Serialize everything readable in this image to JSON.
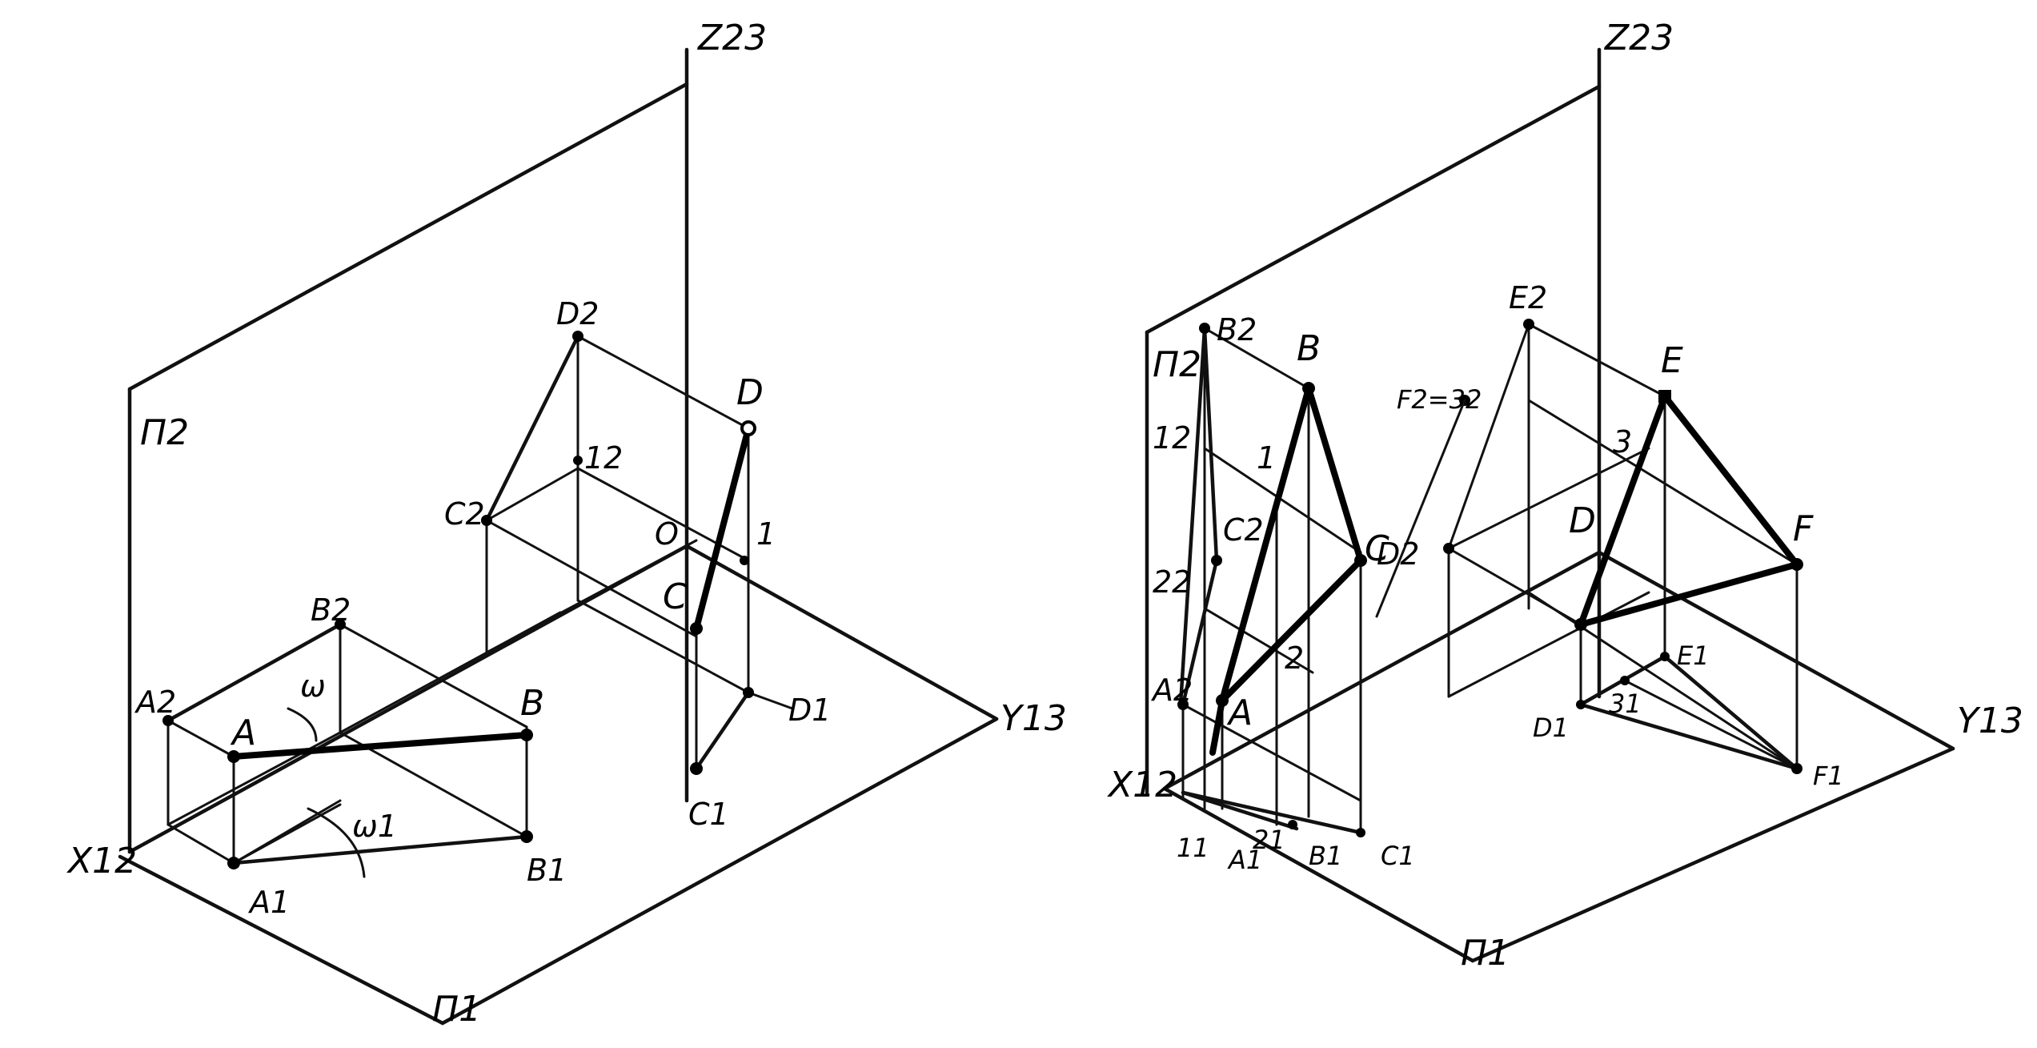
{
  "left_drawing": {
    "axis_z": "Z23",
    "axis_y": "Y13",
    "axis_x": "X12",
    "plane_v": "Π2",
    "plane_h": "Π1",
    "origin": "O",
    "points": {
      "A2": "A2",
      "B2": "B2",
      "A": "A",
      "B": "B",
      "A1": "A1",
      "B1": "B1",
      "C2": "C2",
      "D2": "D2",
      "C": "C",
      "D": "D",
      "C1": "C1",
      "D1": "D1",
      "p12": "12",
      "p1": "1"
    },
    "angles": {
      "w": "ω",
      "w1": "ω1"
    }
  },
  "right_drawing": {
    "axis_z": "Z23",
    "axis_y": "Y13",
    "axis_x": "X12",
    "plane_v": "Π2",
    "plane_h": "Π1",
    "points": {
      "A2": "A2",
      "B2": "B2",
      "C2": "C2",
      "A": "A",
      "B": "B",
      "C": "C",
      "p12": "12",
      "p22": "22",
      "p1": "1",
      "p2": "2",
      "A1": "A1",
      "B1": "B1",
      "C1": "C1",
      "t1": "11",
      "t2": "21",
      "E2": "E2",
      "F2": "F2=32",
      "D2": "D2",
      "E": "E",
      "F": "F",
      "D": "D",
      "p3": "3",
      "D1": "D1",
      "E1": "E1",
      "F1": "F1",
      "s3": "31"
    }
  },
  "colors": {
    "ink": "#000000",
    "paper": "#ffffff"
  }
}
